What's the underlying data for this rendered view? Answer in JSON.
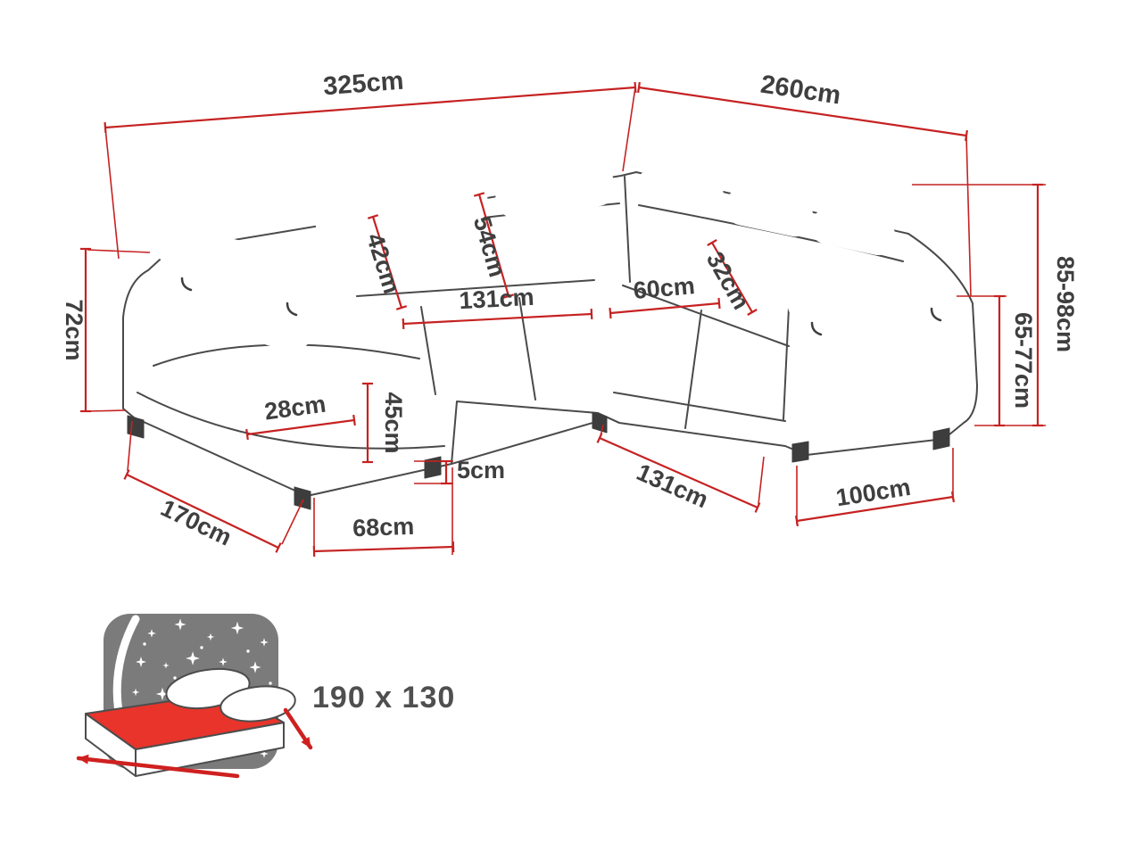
{
  "dimensions": {
    "width_total": "325cm",
    "depth_total": "260cm",
    "armrest_height": "72cm",
    "backrest_depth_left": "42cm",
    "backrest_depth_middle": "54cm",
    "backrest_depth_right": "32cm",
    "seat_length_long_side": "131cm",
    "seat_length_short_side": "60cm",
    "armrest_width": "28cm",
    "seat_height": "45cm",
    "leg_height": "5cm",
    "chaise_length": "170cm",
    "chaise_width": "68cm",
    "front_width": "131cm",
    "side_width": "100cm",
    "height_total_range": "85-98cm",
    "backrest_height_range": "65-77cm"
  },
  "sleeping_function": {
    "bed_dimensions": "190 x 130"
  },
  "icons": {
    "sleeping_function": "bed-with-starry-sky-icon",
    "star": "star-icon",
    "unfold_arrows": "unfold-direction-arrow-icon"
  },
  "colors": {
    "dimension_lines": "#c62222",
    "sofa_outline": "#4a4a4a",
    "mattress_red": "#e8342b",
    "icon_background_gray": "#7b7b7b",
    "label_text": "#3f3f3f",
    "background": "#ffffff"
  }
}
